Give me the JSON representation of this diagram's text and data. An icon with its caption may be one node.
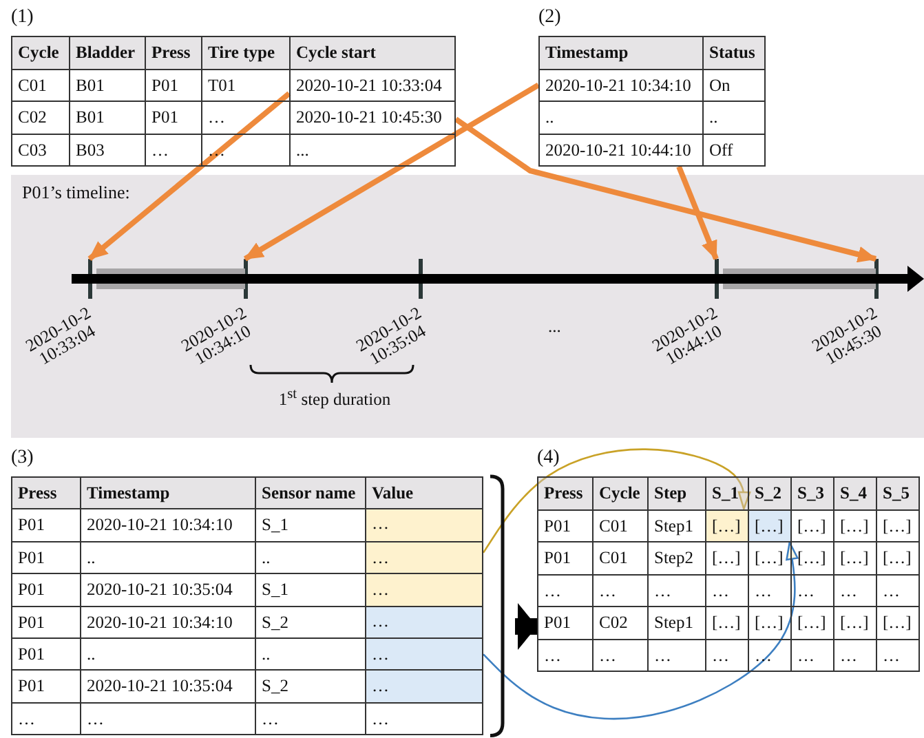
{
  "diagram": {
    "nodes": [
      {
        "text": [
          "(1)"
        ]
      },
      {
        "text": [
          "2020-10-21 10:33:04"
        ],
        "in": 0
      },
      {
        "text": [
          "2020-10-21 10:45:30"
        ],
        "in": 0
      },
      {
        "text": [
          "(2)"
        ]
      },
      {
        "text": [
          "2020-10-21 10:34:10"
        ],
        "in": 3
      },
      {
        "text": [
          "2020-10-21 10:44:10"
        ],
        "in": 3
      },
      {
        "text": [
          "P01’s timeline:"
        ]
      },
      {
        "text": [],
        "shape": "bar",
        "in": 6,
        "beside": [
          "2020-10-2 10:33:04"
        ]
      },
      {
        "text": [],
        "shape": "bar",
        "in": 6,
        "beside": [
          "2020-10-2 10:34:10"
        ]
      },
      {
        "text": [],
        "shape": "bar",
        "in": 6,
        "beside": [
          "2020-10-2 10:35:04"
        ]
      },
      {
        "text": [],
        "shape": "bar",
        "in": 6,
        "beside": [
          "2020-10-2 10:44:10"
        ]
      },
      {
        "text": [],
        "shape": "bar",
        "in": 6,
        "beside": [
          "2020-10-2 10:45:30"
        ]
      },
      {
        "text": [
          "(3)"
        ]
      },
      {
        "text": [
          "…",
          "…",
          "…"
        ],
        "in": 12
      },
      {
        "text": [
          "…",
          "…",
          "…"
        ],
        "in": 12
      },
      {
        "text": [
          "(4)"
        ]
      },
      {
        "text": [
          "[…]"
        ],
        "in": 15
      },
      {
        "text": [
          "[…]"
        ],
        "in": 15
      }
    ],
    "edges": [
      {
        "from": 1,
        "to": 7,
        "arrow": "to"
      },
      {
        "from": 4,
        "to": 8,
        "arrow": "to"
      },
      {
        "from": 5,
        "to": 10,
        "arrow": "to"
      },
      {
        "from": 2,
        "to": 11,
        "arrow": "to"
      },
      {
        "from": 13,
        "to": 16,
        "arrow": "to",
        "color": "#c9a227"
      },
      {
        "from": 14,
        "to": 17,
        "arrow": "to",
        "color": "#3d7fc1"
      },
      {
        "from": 12,
        "to": 15,
        "arrow": "to",
        "style": "thick",
        "color": "#000000"
      }
    ],
    "labels": [
      "Cycle",
      "Bladder",
      "Press",
      "Tire type",
      "Cycle start",
      "C01",
      "B01",
      "P01",
      "T01",
      "C02",
      "B01",
      "P01",
      "…",
      "C03",
      "B03",
      "…",
      "…",
      "...",
      "Timestamp",
      "Status",
      "On",
      "..",
      "..",
      "Off",
      "...",
      "1$^{st}$ step duration",
      "Press",
      "Timestamp",
      "Sensor name",
      "Value",
      "P01",
      "2020-10-21 10:34:10",
      "S_1",
      "P01",
      "..",
      "..",
      "P01",
      "2020-10-21 10:35:04",
      "S_1",
      "P01",
      "2020-10-21 10:34:10",
      "S_2",
      "P01",
      "..",
      "..",
      "P01",
      "2020-10-21 10:35:04",
      "S_2",
      "…",
      "…",
      "…",
      "…",
      "Press",
      "Cycle",
      "Step",
      "S_1",
      "S_2",
      "S_3",
      "S_4",
      "S_5",
      "P01",
      "C01",
      "Step1",
      "[…]",
      "[…]",
      "[…]",
      "P01",
      "C01",
      "Step2",
      "[…]",
      "[…]",
      "[…]",
      "[…]",
      "[…]",
      "…",
      "…",
      "…",
      "…",
      "…",
      "…",
      "…",
      "…",
      "P01",
      "C02",
      "Step1",
      "[…]",
      "[…]",
      "[…]",
      "[…]",
      "[…]",
      "…",
      "…",
      "…",
      "…",
      "…",
      "…",
      "…",
      "…"
    ]
  }
}
